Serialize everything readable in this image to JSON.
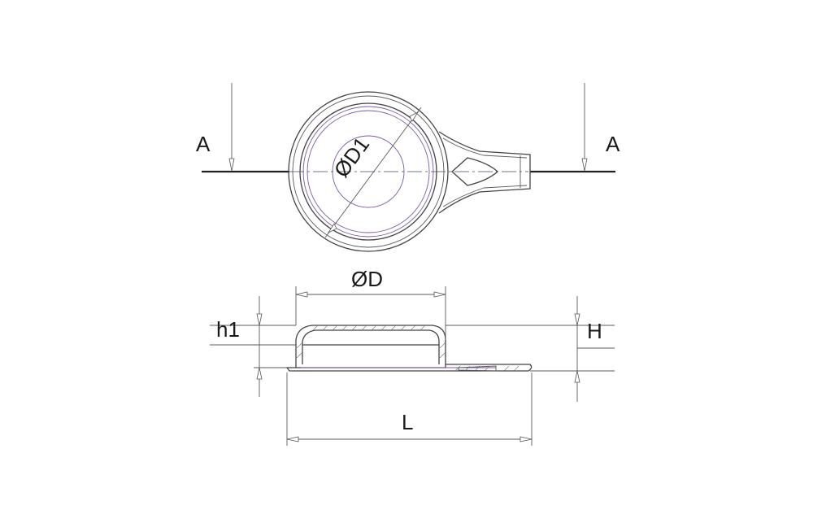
{
  "labels": {
    "section_left": "A",
    "section_right": "A",
    "inner_diameter": "ØD1",
    "outer_diameter": "ØD",
    "height_h1": "h1",
    "height_H": "H",
    "length": "L"
  },
  "colors": {
    "line": "#444444",
    "construction": "#7a5aa8",
    "background": "#ffffff"
  }
}
